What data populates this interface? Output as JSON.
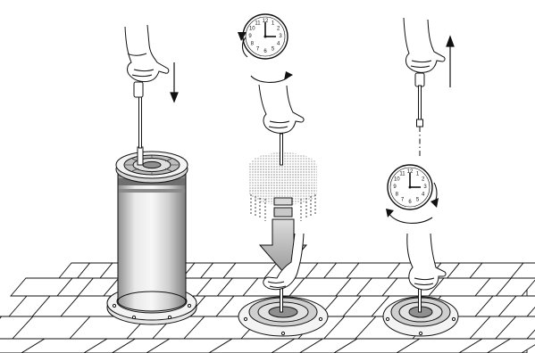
{
  "clock": {
    "numerals": [
      "12",
      "1",
      "2",
      "3",
      "4",
      "5",
      "6",
      "7",
      "8",
      "9",
      "10",
      "11"
    ],
    "time_shown": "3:00"
  },
  "steps": [
    {
      "name": "lower-bollard",
      "arrow": "down-arrow"
    },
    {
      "name": "turn-key-lower",
      "arrow": "turn-clockwise-arrow"
    },
    {
      "name": "remove-key",
      "arrow": "up-arrow"
    }
  ],
  "colors": {
    "line": "#111111",
    "bollard-light": "#e8e8e8",
    "bollard-dark": "#9a9a9a",
    "arrow-fill": "#b0b0b0"
  }
}
